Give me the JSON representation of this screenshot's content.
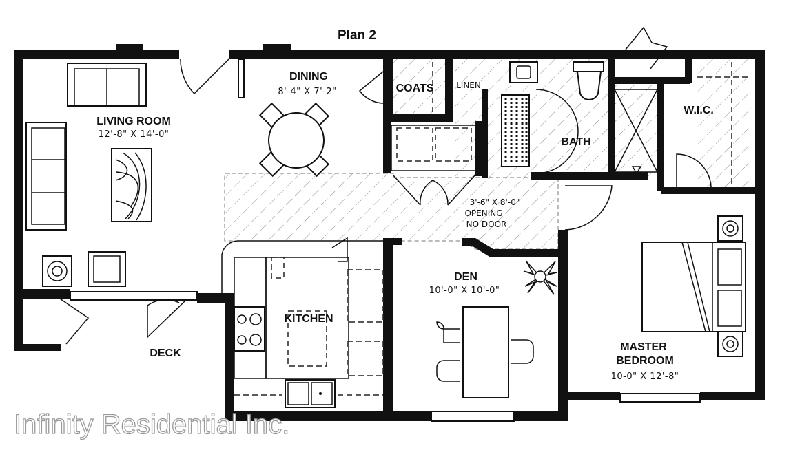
{
  "title": "Plan 2",
  "watermark": "Infinity Residential Inc.",
  "rooms": {
    "living_room": {
      "name": "LIVING ROOM",
      "dims": "12'-8\" X 14'-0\""
    },
    "dining": {
      "name": "DINING",
      "dims": "8'-4\" X 7'-2\""
    },
    "coats": {
      "name": "COATS"
    },
    "linen": {
      "name": "LINEN"
    },
    "bath": {
      "name": "BATH"
    },
    "wic": {
      "name": "W.I.C."
    },
    "kitchen": {
      "name": "KITCHEN"
    },
    "deck": {
      "name": "DECK"
    },
    "den": {
      "name": "DEN",
      "dims": "10'-0\" X 10'-0\""
    },
    "master_bedroom": {
      "name_line1": "MASTER",
      "name_line2": "BEDROOM",
      "dims": "10-0\" X 12'-8\""
    }
  },
  "opening_note": {
    "line1": "3'-6\" X 8'-0\"",
    "line2": "OPENING",
    "line3": "NO DOOR"
  }
}
